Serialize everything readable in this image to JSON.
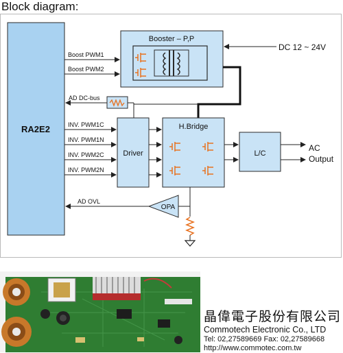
{
  "page_title": "Block diagram:",
  "colors": {
    "block_fill": "#c9e3f6",
    "block_stroke": "#2a2a2a",
    "mcu_fill": "#a9d2f1",
    "mosfet_orange": "#e8711f",
    "resistor_orange": "#e8711f",
    "pcb_green": "#2f7d32",
    "coil_copper": "#c8782a"
  },
  "diagram": {
    "mcu_label": "RA2E2",
    "booster_label": "Booster – P,P",
    "hbridge_label": "H.Bridge",
    "driver_label": "Driver",
    "lc_label": "L/C",
    "opa_label": "OPA",
    "dc_input_label": "DC 12 ~ 24V",
    "output_label_line1": "AC",
    "output_label_line2": "Output",
    "signals": {
      "boost_pwm1": "Boost PWM1",
      "boost_pwm2": "Boost PWM2",
      "ad_dcbus": "AD DC-bus",
      "inv_pwm1c": "INV. PWM1C",
      "inv_pwm1n": "INV. PWM1N",
      "inv_pwm2c": "INV. PWM2C",
      "inv_pwm2n": "INV. PWM2N",
      "ad_ovl": "AD OVL"
    }
  },
  "photo": {
    "description_icon": "pcb-photo"
  },
  "company": {
    "name_cn": "晶偉電子股份有限公司",
    "name_en": "Commotech Electronic Co., LTD",
    "contact": "Tel: 02,27589669  Fax: 02,27589668",
    "website": "http://www.commotec.com.tw"
  }
}
